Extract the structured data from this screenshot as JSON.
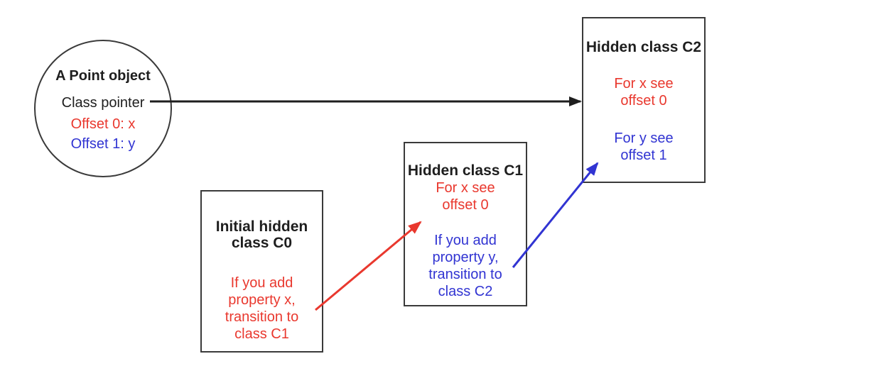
{
  "diagram": {
    "description": "Hidden classes transition diagram for a Point object"
  },
  "colors": {
    "ink": "#1e1e1e",
    "red": "#e9382e",
    "blue": "#3134d2",
    "border": "#3a3a3a"
  },
  "point_object": {
    "title": "A Point object",
    "class_pointer_label": "Class pointer",
    "offset_x": "Offset 0: x",
    "offset_y": "Offset 1: y"
  },
  "class_c0": {
    "title": "Initial hidden\nclass C0",
    "transition_note": "If you add\nproperty x,\ntransition to\nclass C1"
  },
  "class_c1": {
    "title": "Hidden class C1",
    "x_entry": "For x see\noffset 0",
    "transition_note": "If you add\nproperty y,\ntransition to\nclass C2"
  },
  "class_c2": {
    "title": "Hidden class C2",
    "x_entry": "For x see\noffset 0",
    "y_entry": "For y see\noffset 1"
  }
}
